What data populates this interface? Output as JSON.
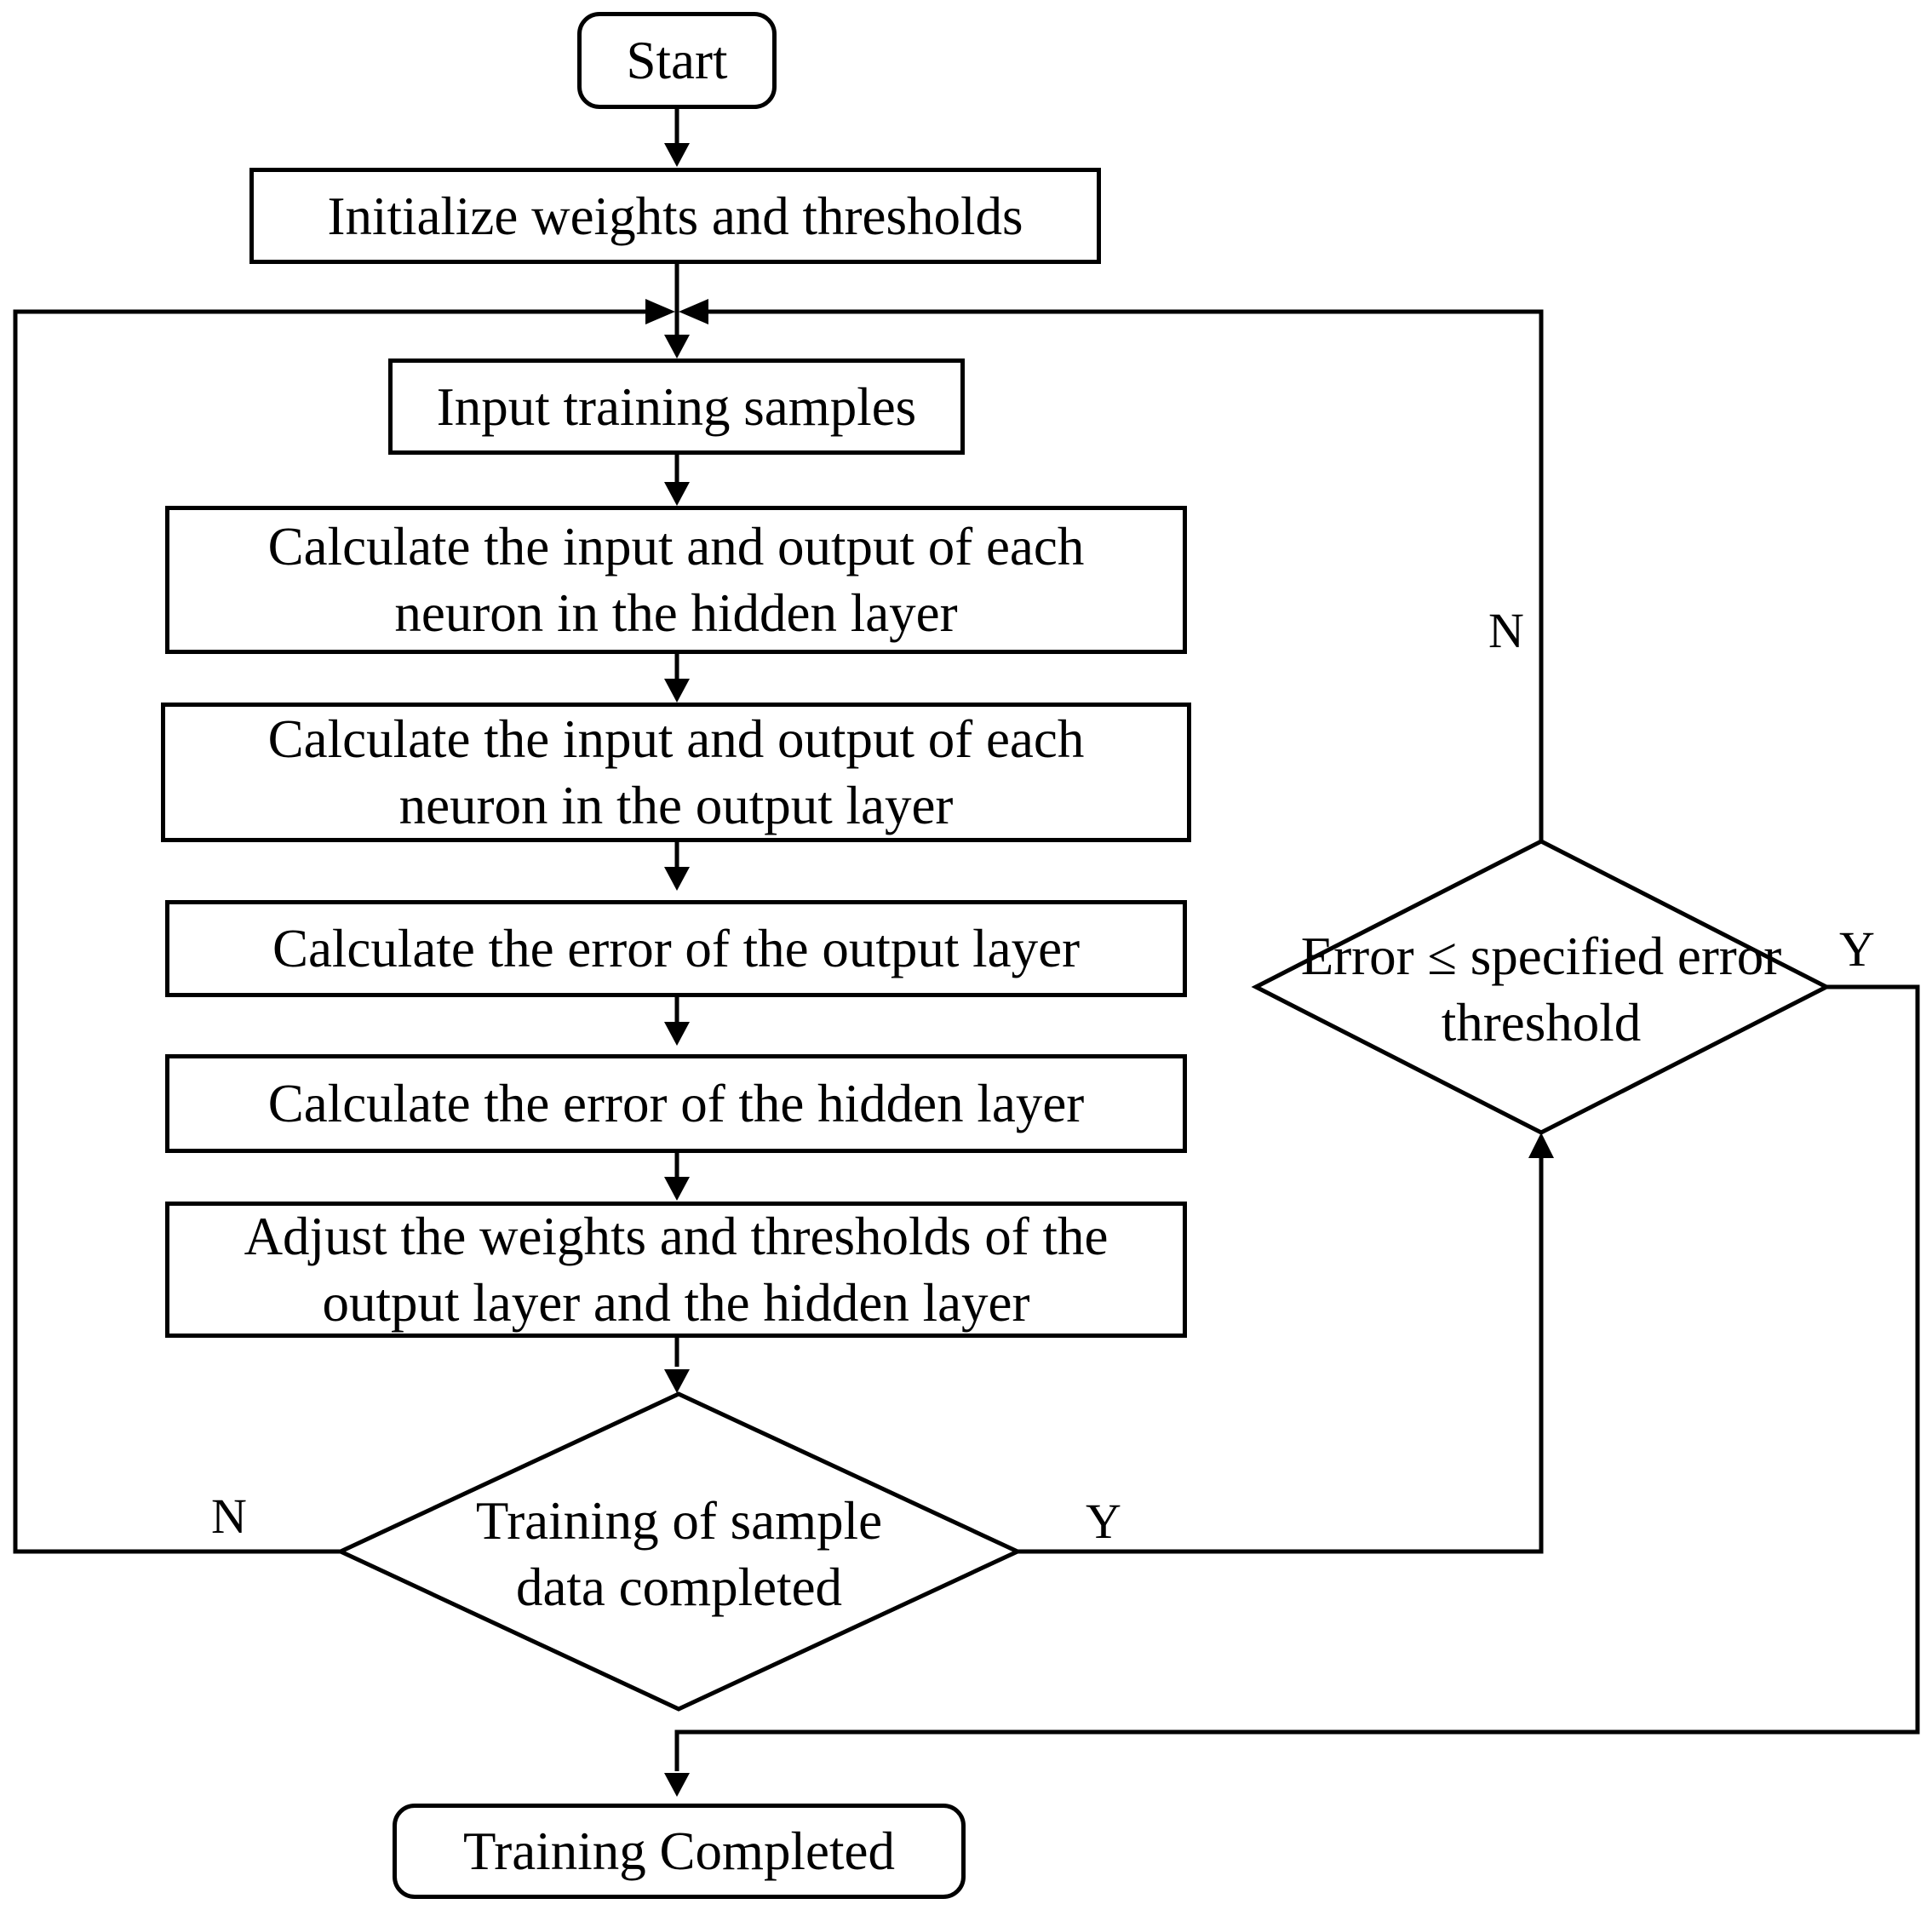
{
  "diagram": {
    "nodes": {
      "start": "Start",
      "init": "Initialize weights and thresholds",
      "input_samples": "Input training samples",
      "calc_hidden": "Calculate the input and output of each\nneuron in the hidden layer",
      "calc_output": "Calculate the input and output of each\nneuron in the output layer",
      "error_output": "Calculate the error of the output layer",
      "error_hidden": "Calculate the error of the hidden layer",
      "adjust": "Adjust the weights and thresholds of the\noutput layer and the hidden layer",
      "decision_training": "Training of sample\ndata completed",
      "decision_error": "Error ≤ specified error\nthreshold",
      "end": "Training Completed"
    },
    "edge_labels": {
      "training_no": "N",
      "training_yes": "Y",
      "error_no": "N",
      "error_yes": "Y"
    }
  }
}
